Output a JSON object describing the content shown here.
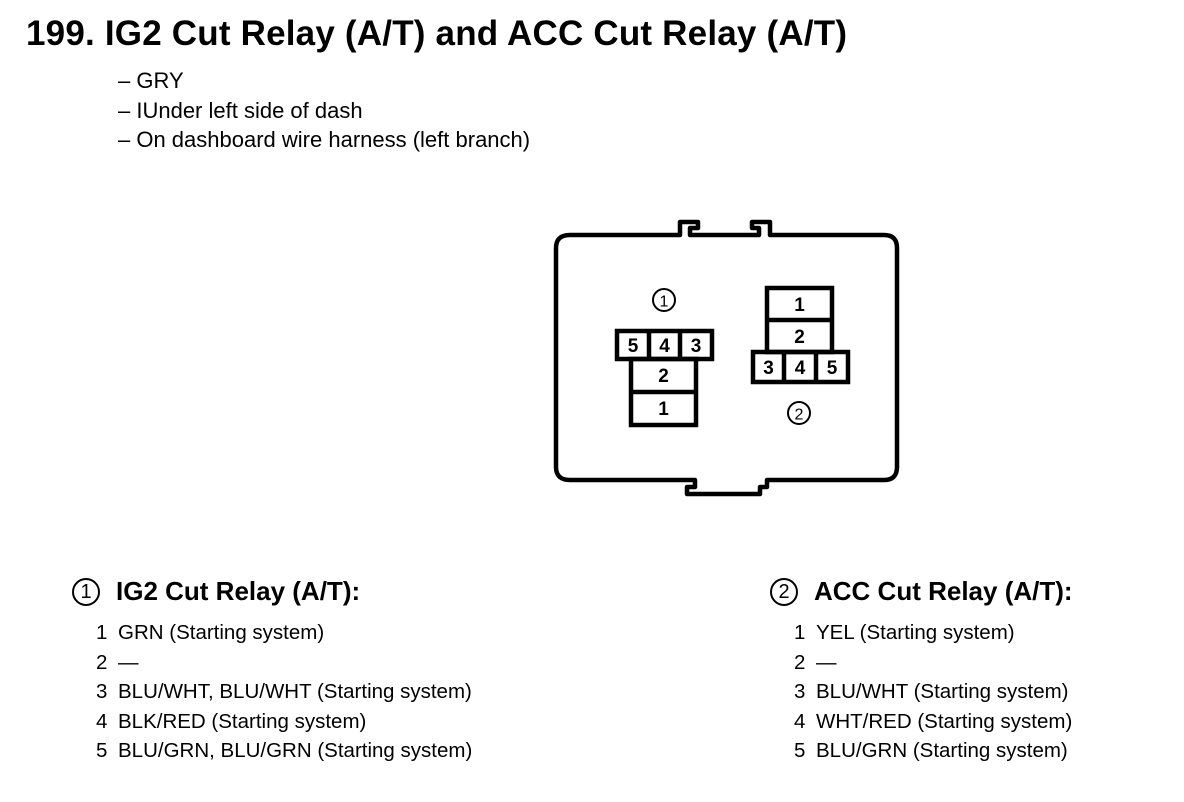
{
  "title": "199. IG2 Cut Relay (A/T) and ACC Cut Relay (A/T)",
  "notes": [
    "– GRY",
    "– IUnder left side of dash",
    "– On dashboard wire harness (left branch)"
  ],
  "connector": {
    "relay1": {
      "marker": "1",
      "top_row": [
        "5",
        "4",
        "3"
      ],
      "stack": [
        "2",
        "1"
      ]
    },
    "relay2": {
      "marker": "2",
      "stack": [
        "1",
        "2"
      ],
      "bottom_row": [
        "3",
        "4",
        "5"
      ]
    }
  },
  "legend": [
    {
      "marker": "1",
      "title": "IG2 Cut Relay (A/T):",
      "pins": [
        {
          "no": "1",
          "desc": "GRN (Starting system)"
        },
        {
          "no": "2",
          "desc": "—"
        },
        {
          "no": "3",
          "desc": "BLU/WHT, BLU/WHT (Starting system)"
        },
        {
          "no": "4",
          "desc": "BLK/RED (Starting system)"
        },
        {
          "no": "5",
          "desc": "BLU/GRN, BLU/GRN (Starting system)"
        }
      ]
    },
    {
      "marker": "2",
      "title": "ACC Cut Relay (A/T):",
      "pins": [
        {
          "no": "1",
          "desc": "YEL (Starting system)"
        },
        {
          "no": "2",
          "desc": "—"
        },
        {
          "no": "3",
          "desc": "BLU/WHT (Starting system)"
        },
        {
          "no": "4",
          "desc": "WHT/RED (Starting system)"
        },
        {
          "no": "5",
          "desc": "BLU/GRN (Starting system)"
        }
      ]
    }
  ]
}
